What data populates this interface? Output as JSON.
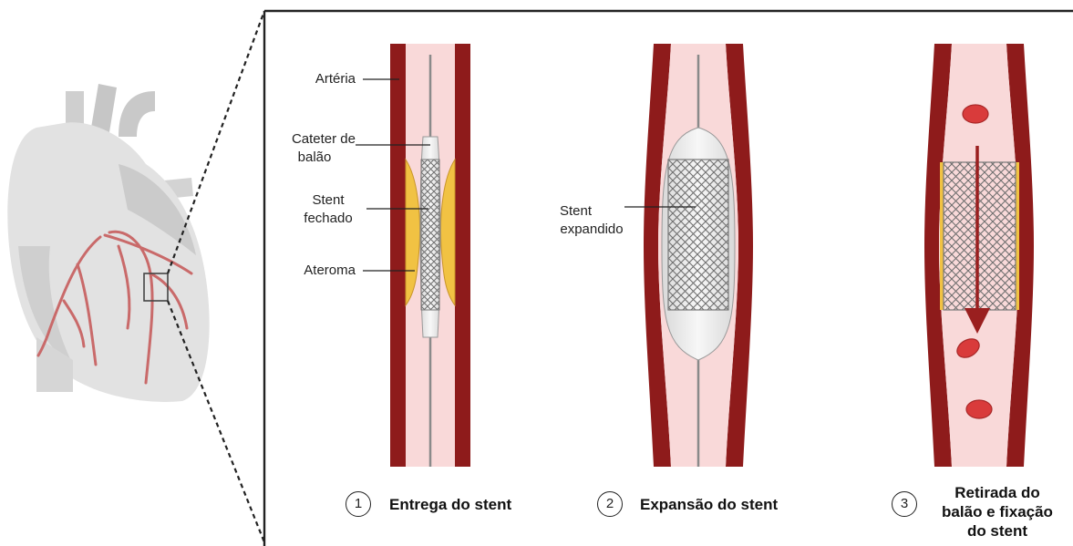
{
  "labels": {
    "arteria": "Artéria",
    "cateter_line1": "Cateter de",
    "cateter_line2": "balão",
    "stent_fechado_line1": "Stent",
    "stent_fechado_line2": "fechado",
    "ateroma": "Ateroma",
    "stent_expandido_line1": "Stent",
    "stent_expandido_line2": "expandido"
  },
  "steps": [
    {
      "number": "1",
      "title_lines": [
        "Entrega do stent"
      ]
    },
    {
      "number": "2",
      "title_lines": [
        "Expansão do stent"
      ]
    },
    {
      "number": "3",
      "title_lines": [
        "Retirada do",
        "balão e fixação",
        "do stent"
      ]
    }
  ],
  "colors": {
    "artery_wall": "#8e1b1b",
    "artery_lumen": "#f9d9d9",
    "plaque": "#f1c243",
    "stent": "#6d6d6d",
    "balloon": "#ececec",
    "blood_cell": "#d93b3b",
    "heart": "#d4d4d4",
    "coronary": "#c96a6a"
  }
}
